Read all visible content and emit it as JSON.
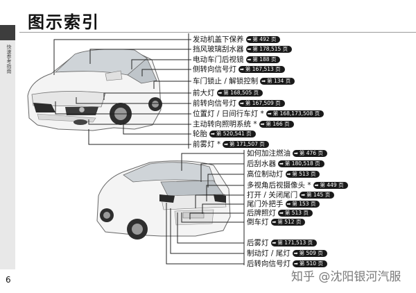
{
  "page": {
    "title": "图示索引",
    "side_tab": "快速参考指南",
    "page_number": "6",
    "watermark": "知乎 @沈阳银河汽服"
  },
  "ref": {
    "arrow": "➡",
    "prefix": "第",
    "suffix": "页"
  },
  "front_labels": [
    {
      "text": "发动机盖下保养",
      "pages": "492"
    },
    {
      "text": "挡风玻璃刮水器",
      "pages": "178,515"
    },
    {
      "text": "电动车门后视镜",
      "pages": "188"
    },
    {
      "text": "侧转向信号灯",
      "pages": "167,513"
    },
    {
      "text": "车门锁止 / 解锁控制",
      "pages": "134"
    },
    {
      "text": "前大灯",
      "pages": "168,505"
    },
    {
      "text": "前转向信号灯",
      "pages": "167,509"
    },
    {
      "text": "位置灯 / 日间行车灯 *",
      "pages": "168,173,508"
    },
    {
      "text": "主动转向照明系统 *",
      "pages": "166"
    },
    {
      "text": "轮胎",
      "pages": "520,541"
    },
    {
      "text": "前雾灯 *",
      "pages": "171,507"
    }
  ],
  "rear_labels": [
    {
      "text": "如何加注燃油",
      "pages": "476"
    },
    {
      "text": "后刮水器",
      "pages": "180,518"
    },
    {
      "text": "高位制动灯",
      "pages": "513"
    },
    {
      "text": "多视角后视摄像头 *",
      "pages": "449"
    },
    {
      "text": "打开 / 关闭尾门",
      "pages": "145"
    },
    {
      "text": "尾门外把手",
      "pages": "153"
    },
    {
      "text": "后牌照灯",
      "pages": "513"
    },
    {
      "text": "倒车灯",
      "pages": "512"
    },
    {
      "text": "后雾灯",
      "pages": "171,513"
    },
    {
      "text": "制动灯 / 尾灯",
      "pages": "509"
    },
    {
      "text": "后转向信号灯",
      "pages": "510"
    }
  ]
}
